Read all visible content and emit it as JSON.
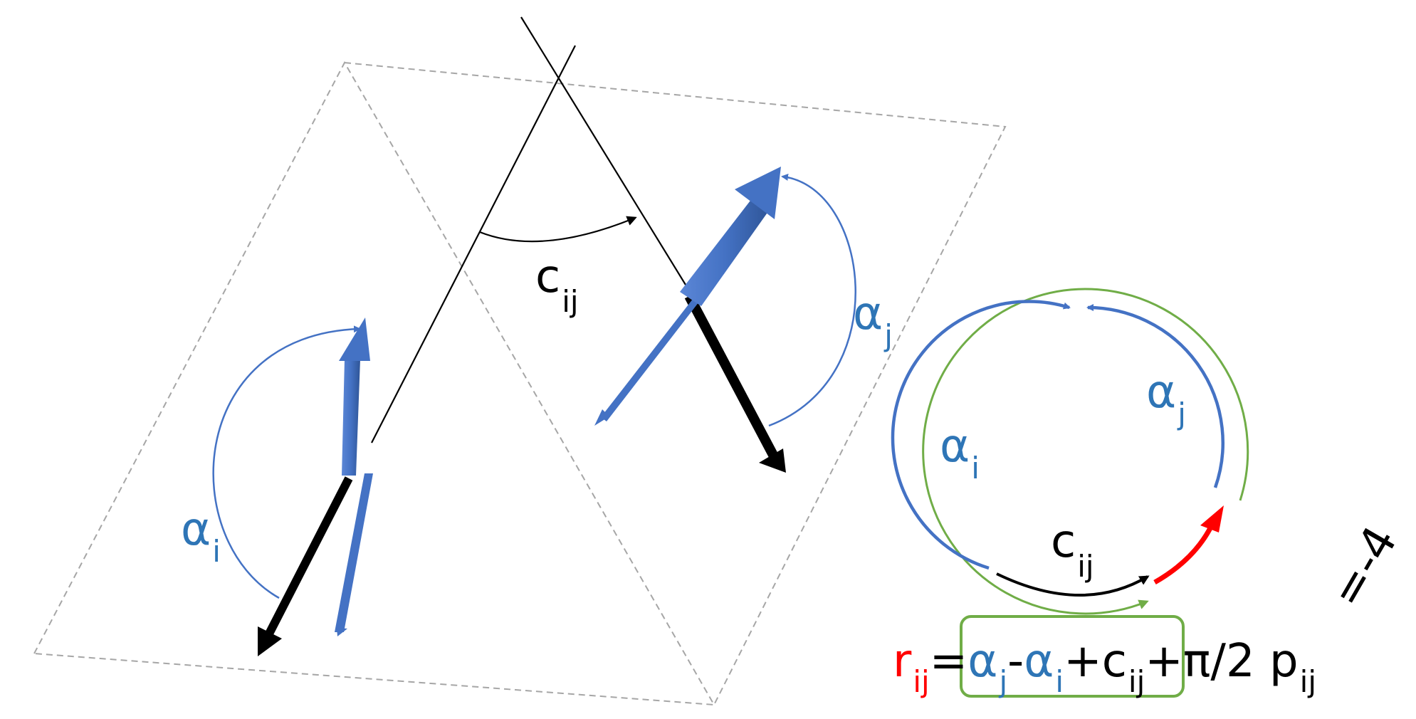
{
  "colors": {
    "blue": "#4472C4",
    "label_blue": "#2E75B6",
    "black": "#000000",
    "red": "#FF0000",
    "green": "#70AD47",
    "dashed": "#A6A6A6"
  },
  "labels": {
    "alpha": "α",
    "sub_i": "i",
    "sub_j": "j",
    "c": "c",
    "sub_ij": "ij",
    "p_value": "=-4"
  },
  "formula": {
    "r": "r",
    "r_sub": "ij",
    "eq": "=",
    "alpha_j": "α",
    "alpha_j_sub": "j",
    "minus": "-",
    "alpha_i": "α",
    "alpha_i_sub": "i",
    "plus_c": "+c",
    "c_sub": "ij",
    "tail": "+π/2 p",
    "p_sub": "ij"
  }
}
